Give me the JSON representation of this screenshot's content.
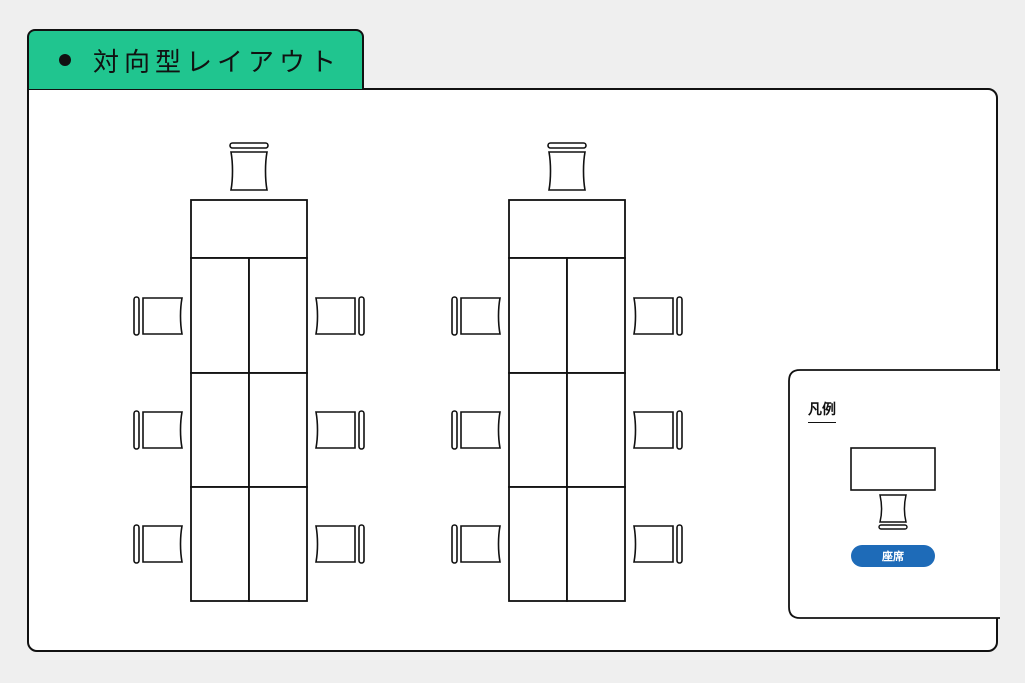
{
  "title": "対向型レイアウト",
  "legend": {
    "title": "凡例",
    "seat_label": "座席"
  },
  "colors": {
    "title_bg": "#20c58f",
    "badge_bg": "#1e6bb8",
    "line": "#111111",
    "background": "#efefef"
  },
  "layout": {
    "groups": [
      {
        "name": "left-group",
        "end_seats": 1,
        "side_rows": 3,
        "seats_per_side": 3
      },
      {
        "name": "right-group",
        "end_seats": 1,
        "side_rows": 3,
        "seats_per_side": 3
      }
    ]
  }
}
